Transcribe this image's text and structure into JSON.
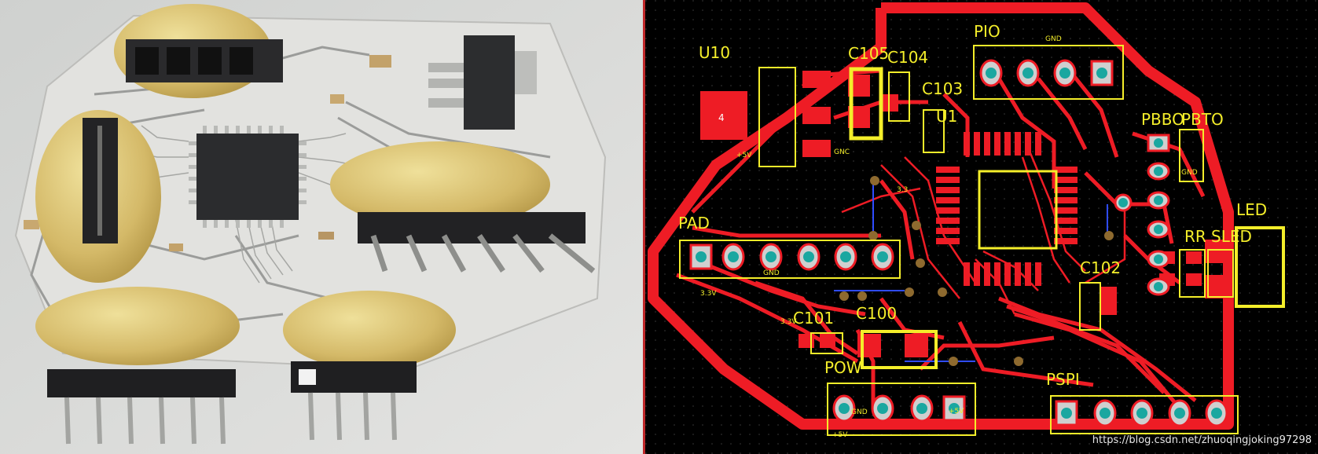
{
  "pcb": {
    "labels": {
      "u10": "U10",
      "pio": "PIO",
      "c105": "C105",
      "c104": "C104",
      "c103": "C103",
      "u1": "U1",
      "pbbo": "PBBO",
      "pbto": "PBTO",
      "led": "LED",
      "rr": "RR",
      "sled": "SLED",
      "pad": "PAD",
      "c102": "C102",
      "c101": "C101",
      "c100": "C100",
      "pow": "POW",
      "pspi": "PSPI"
    },
    "pad_number": "4",
    "net_labels": {
      "gnd": "GND",
      "v5": "+5V",
      "v33": "3.3V",
      "gnd_alt": "GNC",
      "v33_alt": "3.3"
    }
  },
  "watermark": "https://blog.csdn.net/zhuoqingjoking97298"
}
